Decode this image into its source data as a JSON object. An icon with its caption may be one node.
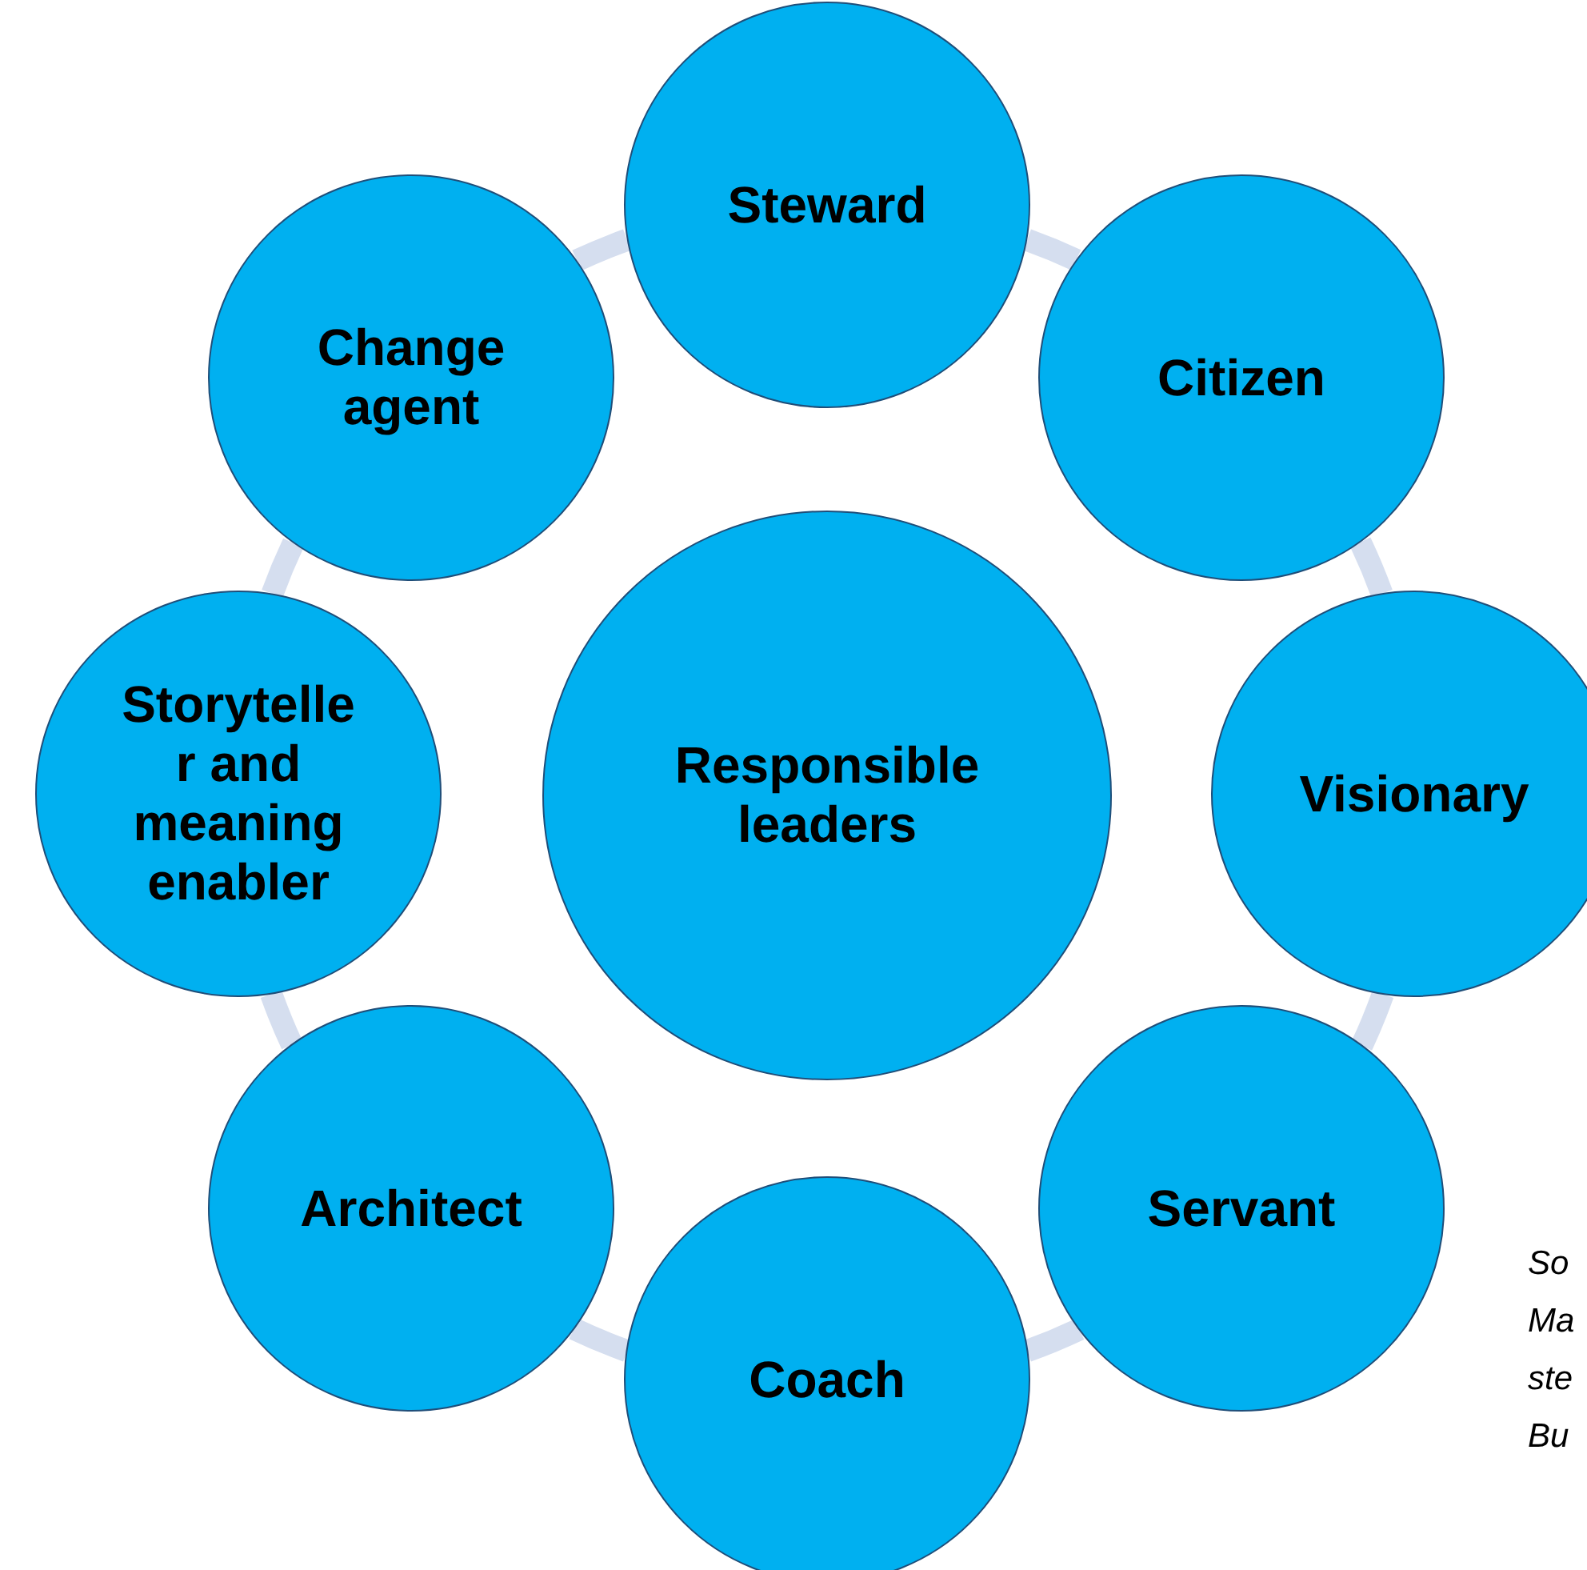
{
  "diagram": {
    "nodes": [
      {
        "text": [
          "Responsible leaders"
        ]
      },
      {
        "text": [
          "Steward"
        ]
      },
      {
        "text": [
          "Citizen"
        ]
      },
      {
        "text": [
          "Visionary"
        ]
      },
      {
        "text": [
          "Servant"
        ]
      },
      {
        "text": [
          "Coach"
        ]
      },
      {
        "text": [
          "Architect"
        ]
      },
      {
        "text": [
          "Storytelle r and meaning enabler"
        ]
      },
      {
        "text": [
          "Change agent"
        ]
      }
    ],
    "edges": [
      {
        "from": 1,
        "to": 2,
        "arrow": "none"
      },
      {
        "from": 2,
        "to": 3,
        "arrow": "none"
      },
      {
        "from": 3,
        "to": 4,
        "arrow": "none"
      },
      {
        "from": 4,
        "to": 5,
        "arrow": "none"
      },
      {
        "from": 5,
        "to": 6,
        "arrow": "none"
      },
      {
        "from": 6,
        "to": 7,
        "arrow": "none"
      },
      {
        "from": 7,
        "to": 8,
        "arrow": "none"
      },
      {
        "from": 8,
        "to": 1,
        "arrow": "none"
      }
    ],
    "labels": [
      "So",
      "Ma",
      "ste",
      "Bu"
    ]
  }
}
